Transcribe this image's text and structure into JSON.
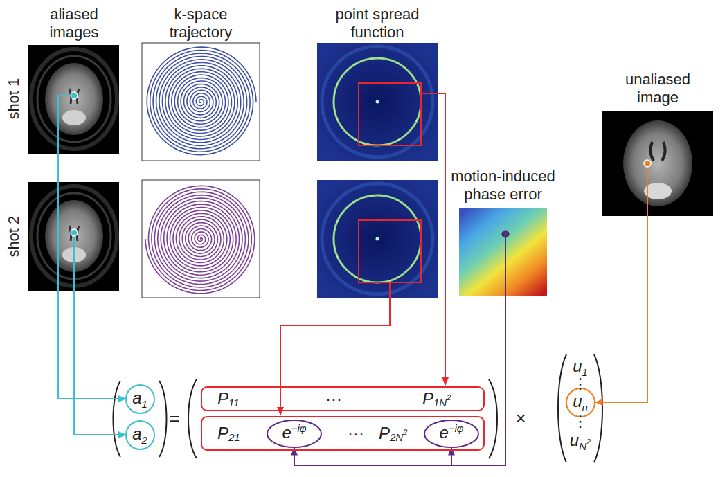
{
  "diagram": {
    "nodes": [
      {
        "text": [
          "unaliased image"
        ]
      },
      {
        "text": [
          "motion-induced phase error"
        ]
      },
      {
        "text": [
          "a1"
        ]
      },
      {
        "text": [
          "a2"
        ]
      },
      {
        "text": [
          "P11",
          "···",
          "P1N2"
        ]
      },
      {
        "text": [
          "P21",
          "···",
          "P2N2"
        ]
      },
      {
        "text": [
          "e−iφ"
        ],
        "in": 5
      },
      {
        "text": [
          "e−iφ"
        ],
        "in": 5
      },
      {
        "text": [
          "un"
        ]
      }
    ],
    "edges": [
      {
        "from": 1,
        "to": 6,
        "arrow": "to"
      },
      {
        "from": 1,
        "to": 7,
        "arrow": "to"
      },
      {
        "from": 0,
        "to": 8,
        "arrow": "to"
      }
    ],
    "labels": [
      "aliased images",
      "k-space trajectory",
      "point spread function",
      "shot 1",
      "shot 2",
      "=",
      "×",
      "u1",
      "⋮",
      "⋮",
      "uN2"
    ]
  }
}
